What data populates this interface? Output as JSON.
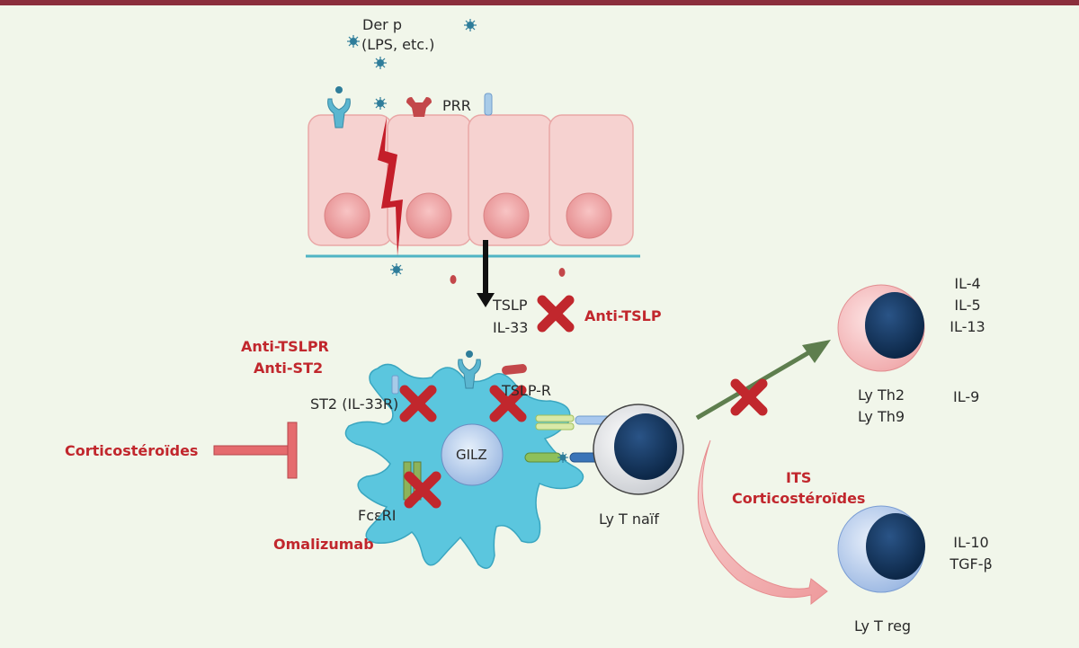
{
  "allergen": {
    "line1": "Der p",
    "line2": "(LPS, etc.)"
  },
  "epithelium": {
    "prr_label": "PRR"
  },
  "cytokines": {
    "tslp": "TSLP",
    "il33": "IL-33"
  },
  "drugs": {
    "anti_tslp": "Anti-TSLP",
    "anti_tslpr": "Anti-TSLPR",
    "anti_st2": "Anti-ST2",
    "corticosteroids": "Corticostéroïdes",
    "omalizumab": "Omalizumab",
    "its": "ITS",
    "its_corticosteroids": "Corticostéroïdes"
  },
  "dendritic_cell": {
    "st2_label": "ST2 (IL-33R)",
    "tslpr_label": "TSLP-R",
    "fceri_label": "FcεRI",
    "gilz_label": "GILZ"
  },
  "t_cells": {
    "naive_label": "Ly T naïf",
    "th2_label1": "Ly Th2",
    "th2_label2": "Ly Th9",
    "th2_cytokines": [
      "IL-4",
      "IL-5",
      "IL-13"
    ],
    "th9_cytokine": "IL-9",
    "treg_label": "Ly T reg",
    "treg_cytokines": [
      "IL-10",
      "TGF-β"
    ]
  },
  "colors": {
    "background": "#f1f6ea",
    "top_bar": "#8b2e3c",
    "epithelial_cell": "#f6d2d0",
    "nucleus": "#f0a6a6",
    "dendritic_cell": "#5bc6de",
    "inhibition_red": "#c1272d",
    "th2_arrow": "#5e7e4e",
    "treg_arrow": "#f3b8b8",
    "basement_membrane": "#4fb4c4",
    "th_cell": "#f5c3c4",
    "treg_cell": "#a8c4ea",
    "nucleus_dark": "#14345c"
  }
}
